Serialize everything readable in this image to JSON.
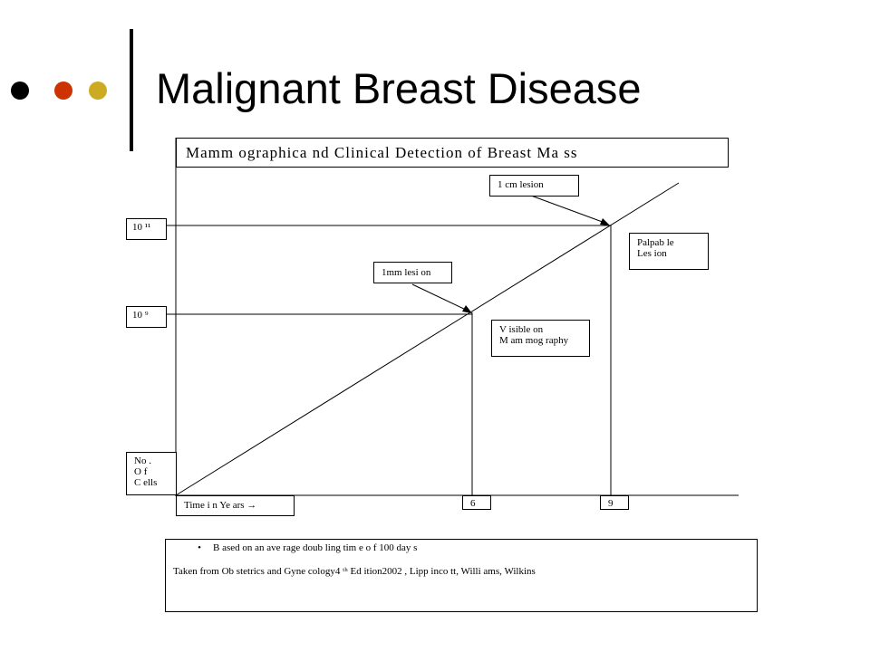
{
  "slide": {
    "title": "Malignant Breast Disease",
    "dot_colors": [
      "#000000",
      "#cc3300",
      "#ccaa22"
    ]
  },
  "diagram": {
    "title": "Mamm ographica nd Clinical Detection of Breast Ma ss",
    "y_labels": {
      "high": "10 ¹¹",
      "mid": "10 ⁹",
      "axis": [
        "No .",
        "O f",
        "C ells"
      ]
    },
    "x_labels": {
      "axis": "Time i n Ye ars →",
      "tick_6": "6",
      "tick_9": "9"
    },
    "callouts": {
      "lesion_1mm": "1mm  lesi on",
      "lesion_1cm": "1  cm  lesion",
      "visible": [
        "V isible on",
        "M am mog raphy"
      ],
      "palpable": [
        "Palpab le",
        "Les ion"
      ]
    }
  },
  "notes": {
    "bullet_char": "•",
    "bullet": "B ased on    an  ave rage  doub ling  tim e o f  100  day s",
    "reference": "Taken  from Ob stetrics and  Gyne  cology4    ᵗʰ Ed ition2002   , Lipp inco tt, Willi ams, Wilkins"
  }
}
